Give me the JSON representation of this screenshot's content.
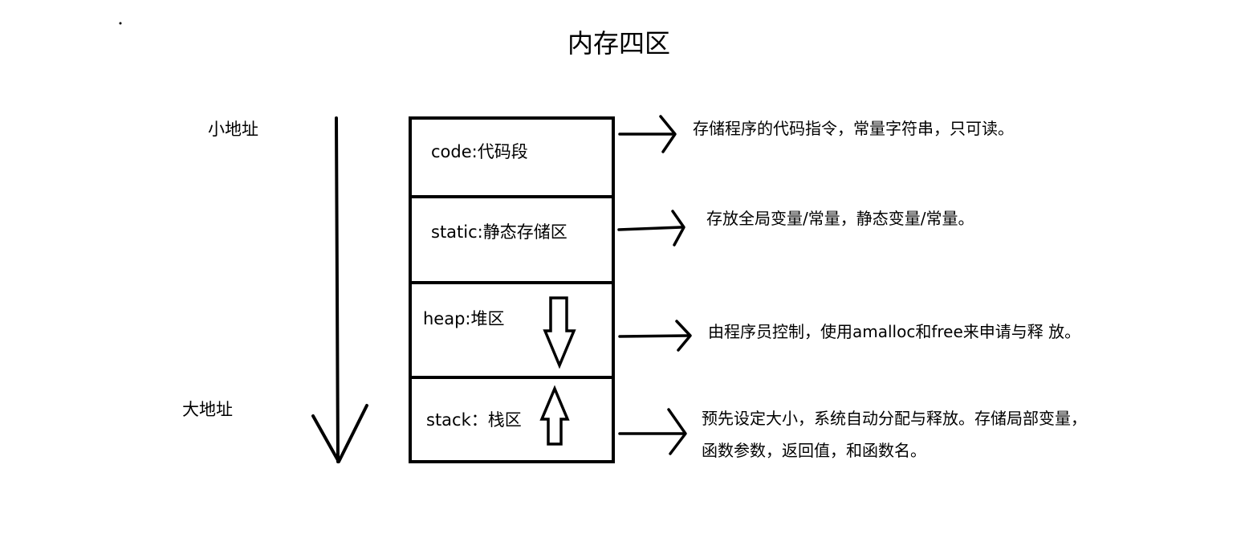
{
  "title": "内存四区",
  "address_labels": {
    "low": "小地址",
    "high": "大地址"
  },
  "segments": [
    {
      "label": "code:代码段",
      "description": "存储程序的代码指令，常量字符串，只可读。"
    },
    {
      "label": "static:静态存储区",
      "description": "存放全局变量/常量，静态变量/常量。"
    },
    {
      "label": "heap:堆区",
      "description": "由程序员控制，使用amalloc和free来申请与释 放。"
    },
    {
      "label": "stack：栈区",
      "description_lines": [
        "预先设定大小，系统自动分配与释放。存储局部变量，",
        "函数参数，返回值，和函数名。"
      ]
    }
  ],
  "colors": {
    "stroke": "#000000",
    "background": "#ffffff"
  }
}
